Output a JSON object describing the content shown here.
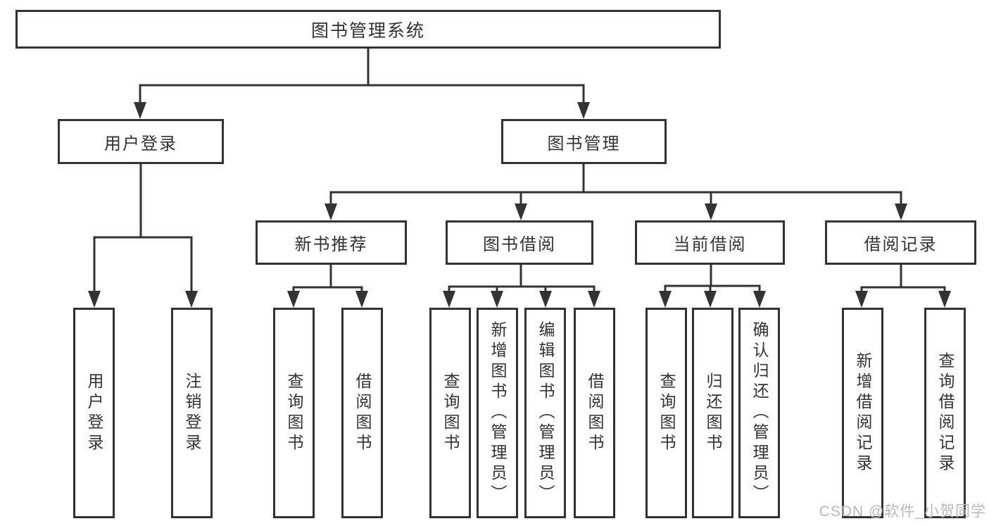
{
  "diagram": {
    "root": {
      "label": "图书管理系统"
    },
    "level2": [
      {
        "label": "用户登录"
      },
      {
        "label": "图书管理"
      }
    ],
    "level3": [
      {
        "label": "新书推荐",
        "parent": "图书管理"
      },
      {
        "label": "图书借阅",
        "parent": "图书管理"
      },
      {
        "label": "当前借阅",
        "parent": "图书管理"
      },
      {
        "label": "借阅记录",
        "parent": "图书管理"
      }
    ],
    "leaves": [
      {
        "label": "用户登录",
        "parent": "用户登录"
      },
      {
        "label": "注销登录",
        "parent": "用户登录"
      },
      {
        "label": "查询图书",
        "parent": "新书推荐"
      },
      {
        "label": "借阅图书",
        "parent": "新书推荐"
      },
      {
        "label": "查询图书",
        "parent": "图书借阅"
      },
      {
        "label": "新增图书（管理员）",
        "parent": "图书借阅"
      },
      {
        "label": "编辑图书（管理员）",
        "parent": "图书借阅"
      },
      {
        "label": "借阅图书",
        "parent": "图书借阅"
      },
      {
        "label": "查询图书",
        "parent": "当前借阅"
      },
      {
        "label": "归还图书",
        "parent": "当前借阅"
      },
      {
        "label": "确认归还（管理员）",
        "parent": "当前借阅"
      },
      {
        "label": "新增借阅记录",
        "parent": "借阅记录"
      },
      {
        "label": "查询借阅记录",
        "parent": "借阅记录"
      }
    ],
    "watermark": {
      "text": "CSDN @软件_小贺同学"
    },
    "colors": {
      "line": "#333333",
      "box_border": "#333333",
      "box_fill": "#ffffff",
      "text": "#333333",
      "watermark": "#b9b9b9",
      "background": "#ffffff"
    }
  }
}
